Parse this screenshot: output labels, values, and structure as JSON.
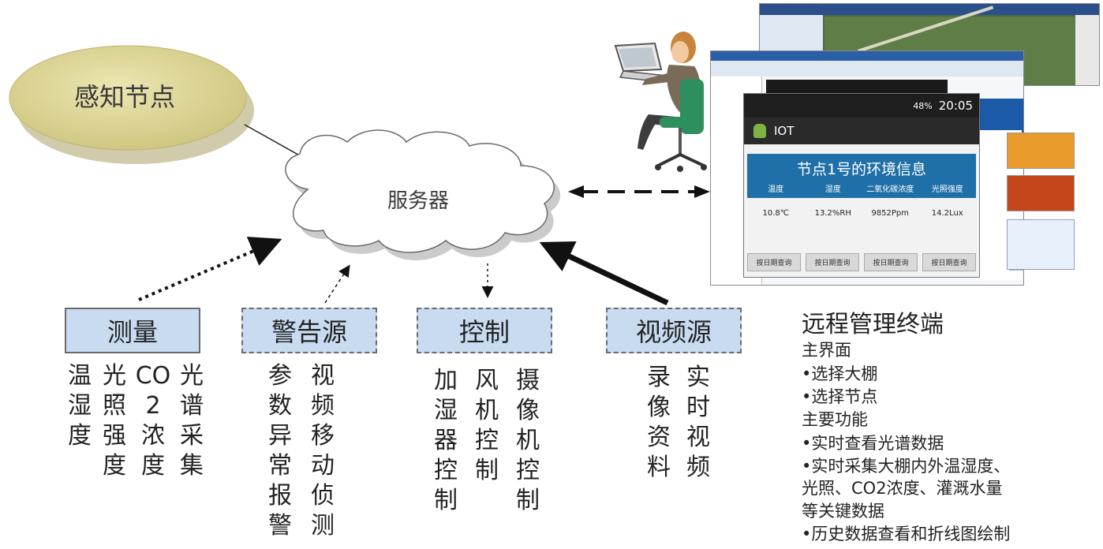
{
  "nodes": {
    "sensing": "感知节点",
    "server": "服务器"
  },
  "boxes": {
    "measure": {
      "label": "测量",
      "columns": [
        "温湿度",
        "光照强度",
        "CO2浓度",
        "光谱采集"
      ]
    },
    "alarm": {
      "label": "警告源",
      "columns": [
        "参数异常报警",
        "视频移动侦测"
      ]
    },
    "control": {
      "label": "控制",
      "columns": [
        "加湿器控制",
        "风机控制",
        "摄像机控制"
      ]
    },
    "video": {
      "label": "视频源",
      "columns": [
        "录像资料",
        "实时视频"
      ]
    }
  },
  "phone": {
    "time": "20:05",
    "battery": "48%",
    "app_name": "IOT",
    "title": "节点1号的环境信息",
    "headers": [
      "温度",
      "湿度",
      "二氧化碳浓度",
      "光照强度"
    ],
    "values": [
      "10.8℃",
      "13.2%RH",
      "9852Ppm",
      "14.2Lux"
    ],
    "buttons": [
      "按日期查询",
      "按日期查询",
      "按日期查询",
      "按日期查询"
    ]
  },
  "remote": {
    "title": "远程管理终端",
    "lines": [
      "主界面",
      "•选择大棚",
      "•选择节点",
      "主要功能",
      "•实时查看光谱数据",
      "•实时采集大棚内外温湿度、",
      "光照、CO2浓度、灌溉水量",
      "等关键数据",
      "•历史数据查看和折线图绘制"
    ]
  },
  "colors": {
    "ellipse": "#d6cf8a",
    "box_fill": "#c8dbf0",
    "phone_title": "#1f6fa8"
  }
}
